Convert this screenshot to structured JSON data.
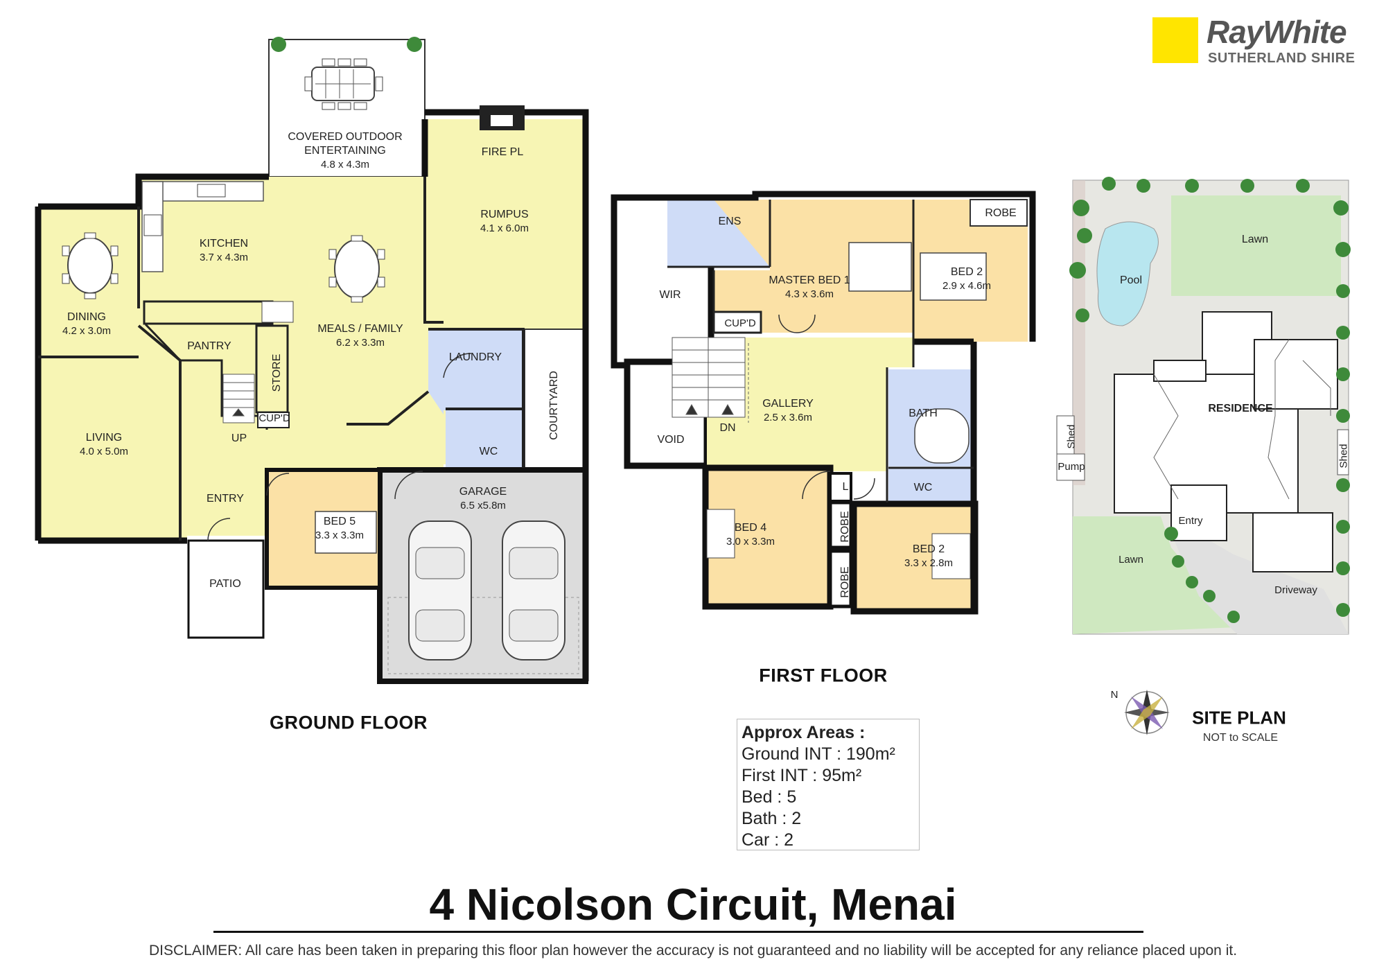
{
  "brand": {
    "name": "RayWhite",
    "office": "SUTHERLAND SHIRE",
    "accent": "#ffe500"
  },
  "colors": {
    "living": "#f7f5b4",
    "bedroom": "#fbe1a6",
    "wet": "#cfdcf7",
    "garage": "#dcdcdc",
    "lawn": "#cfe8c0",
    "paving": "#e7e7e2",
    "pool": "#b8e6ef"
  },
  "ground_floor": {
    "heading": "GROUND FLOOR",
    "rooms": [
      {
        "name": "COVERED OUTDOOR",
        "name2": "ENTERTAINING",
        "dim": "4.8 x 4.3m"
      },
      {
        "name": "FIRE PL",
        "dim": ""
      },
      {
        "name": "RUMPUS",
        "dim": "4.1 x 6.0m"
      },
      {
        "name": "KITCHEN",
        "dim": "3.7 x 4.3m"
      },
      {
        "name": "DINING",
        "dim": "4.2 x 3.0m"
      },
      {
        "name": "MEALS / FAMILY",
        "dim": "6.2 x 3.3m"
      },
      {
        "name": "PANTRY",
        "dim": ""
      },
      {
        "name": "STORE",
        "dim": ""
      },
      {
        "name": "CUP'D",
        "dim": ""
      },
      {
        "name": "LAUNDRY",
        "dim": ""
      },
      {
        "name": "COURTYARD",
        "dim": ""
      },
      {
        "name": "LIVING",
        "dim": "4.0 x 5.0m"
      },
      {
        "name": "UP",
        "dim": ""
      },
      {
        "name": "WC",
        "dim": ""
      },
      {
        "name": "ENTRY",
        "dim": ""
      },
      {
        "name": "GARAGE",
        "dim": "6.5 x5.8m"
      },
      {
        "name": "BED 5",
        "dim": "3.3 x 3.3m"
      },
      {
        "name": "PATIO",
        "dim": ""
      }
    ]
  },
  "first_floor": {
    "heading": "FIRST FLOOR",
    "rooms": [
      {
        "name": "ENS",
        "dim": ""
      },
      {
        "name": "ROBE",
        "dim": ""
      },
      {
        "name": "WIR",
        "dim": ""
      },
      {
        "name": "MASTER BED 1",
        "dim": "4.3 x 3.6m"
      },
      {
        "name": "BED 2",
        "dim": "2.9 x 4.6m"
      },
      {
        "name": "CUP'D",
        "dim": ""
      },
      {
        "name": "GALLERY",
        "dim": "2.5 x 3.6m"
      },
      {
        "name": "BATH",
        "dim": ""
      },
      {
        "name": "VOID",
        "dim": ""
      },
      {
        "name": "DN",
        "dim": ""
      },
      {
        "name": "WC",
        "dim": ""
      },
      {
        "name": "L",
        "dim": ""
      },
      {
        "name": "BED 4",
        "dim": "3.0 x 3.3m"
      },
      {
        "name": "ROBE",
        "dim": ""
      },
      {
        "name": "ROBE",
        "dim": ""
      },
      {
        "name": "BED 2",
        "dim": "3.3 x 2.8m"
      }
    ]
  },
  "site_plan": {
    "heading": "SITE PLAN",
    "note": "NOT to SCALE",
    "compass_label": "N",
    "labels": [
      "Lawn",
      "Pool",
      "RESIDENCE",
      "Shed",
      "Pump",
      "Shed",
      "Entry",
      "Lawn",
      "Driveway"
    ]
  },
  "approx_areas": {
    "heading": "Approx Areas :",
    "lines": [
      "Ground INT : 190m²",
      "First INT : 95m²",
      "Bed : 5",
      "Bath : 2",
      "Car : 2"
    ]
  },
  "title": "4 Nicolson Circuit, Menai",
  "disclaimer": "DISCLAIMER: All care has been taken in preparing this floor plan however the accuracy is not guaranteed and no liability will be accepted for any reliance placed upon it."
}
